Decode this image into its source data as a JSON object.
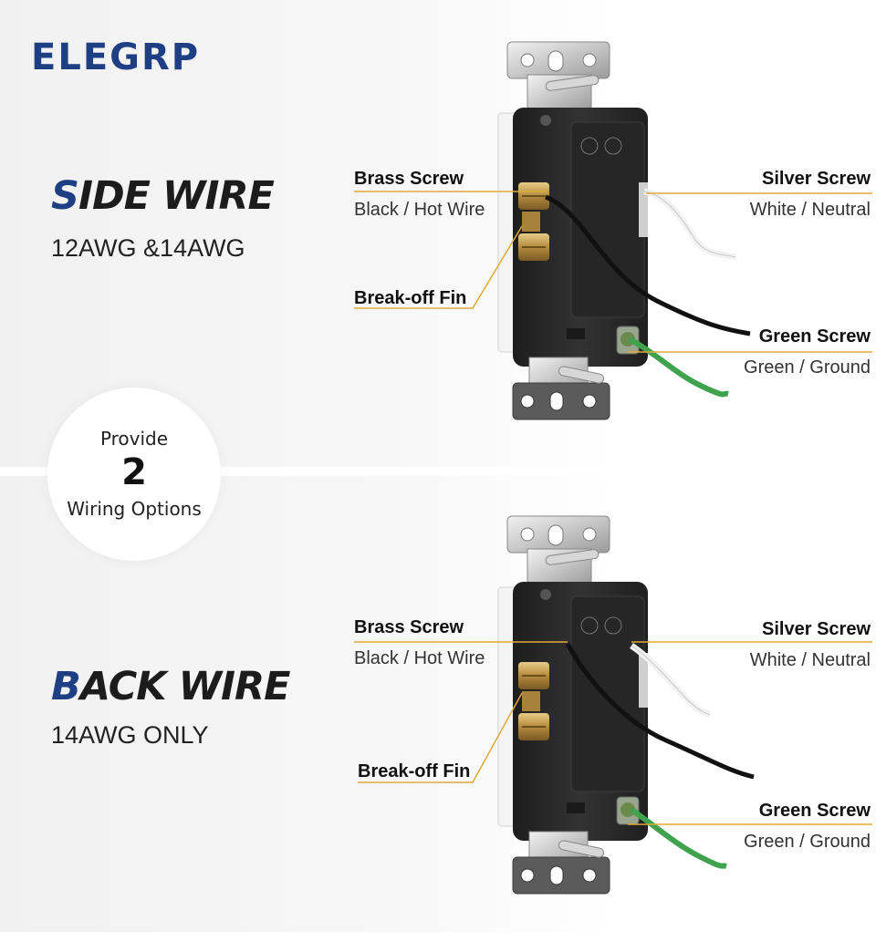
{
  "brand": "ELEGRP",
  "side_wire": {
    "heading_lead": "S",
    "heading_rest": "IDE WIRE",
    "sub": "12AWG &14AWG",
    "labels": {
      "brass_title": "Brass Screw",
      "brass_desc": "Black / Hot Wire",
      "fin_title": "Break-off Fin",
      "silver_title": "Silver Screw",
      "silver_desc": "White / Neutral",
      "green_title": "Green Screw",
      "green_desc": "Green / Ground"
    }
  },
  "badge": {
    "top": "Provide",
    "number": "2",
    "bottom": "Wiring Options"
  },
  "back_wire": {
    "heading_lead": "B",
    "heading_rest": "ACK WIRE",
    "sub": "14AWG ONLY",
    "labels": {
      "brass_title": "Brass Screw",
      "brass_desc": "Black / Hot Wire",
      "fin_title": "Break-off Fin",
      "silver_title": "Silver Screw",
      "silver_desc": "White / Neutral",
      "green_title": "Green Screw",
      "green_desc": "Green / Ground"
    }
  },
  "colors": {
    "brand_blue": "#1f3f84",
    "leader_gold": "#e0a93a",
    "outlet_body": "#2b2b2b",
    "brass": "#c9a55a",
    "ground_wire": "#3fa24c"
  }
}
